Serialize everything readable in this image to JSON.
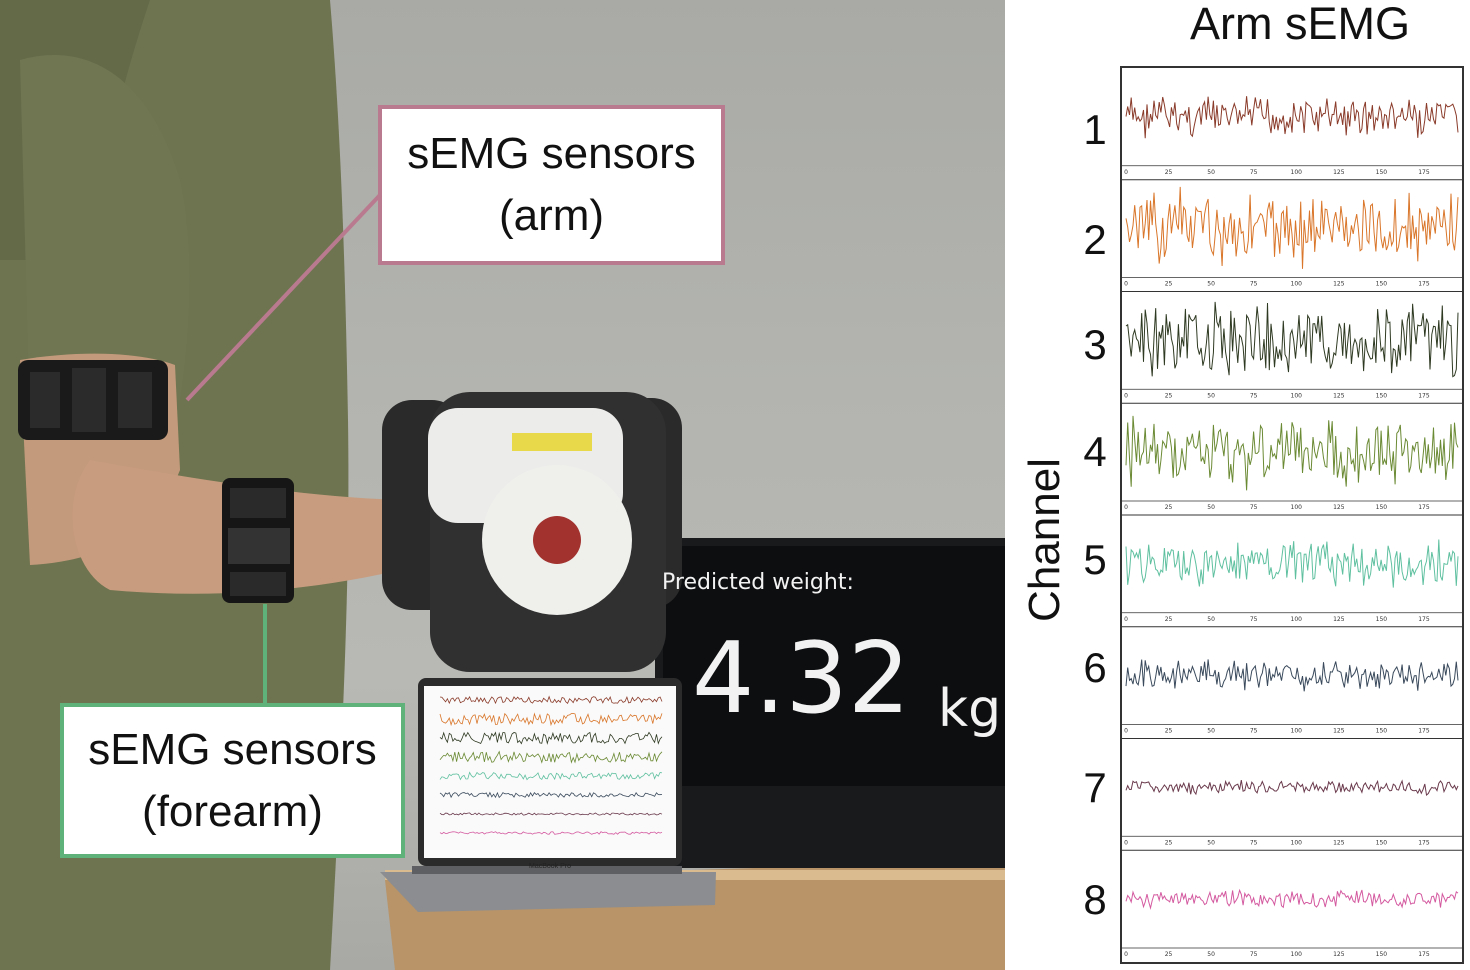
{
  "callouts": {
    "arm": {
      "line1": "sEMG sensors",
      "line2": "(arm)"
    },
    "forearm": {
      "line1": "sEMG sensors",
      "line2": "(forearm)"
    }
  },
  "monitor": {
    "label": "Predicted weight:",
    "value": "4.32",
    "unit": "kg"
  },
  "laptop": {
    "brand": "MacBook Pro"
  },
  "panel": {
    "title": "Arm sEMG",
    "axis_label": "Channel",
    "channels": [
      "1",
      "2",
      "3",
      "4",
      "5",
      "6",
      "7",
      "8"
    ],
    "tick_labels": [
      "0",
      "25",
      "50",
      "75",
      "100",
      "125",
      "150",
      "175"
    ],
    "colors": [
      "#8a3b2a",
      "#d9762a",
      "#2f3a22",
      "#6b8a34",
      "#5fc0a0",
      "#3a4a5c",
      "#6a3a4c",
      "#d45aa0"
    ],
    "amplitudes": [
      0.55,
      0.95,
      0.95,
      0.9,
      0.6,
      0.4,
      0.18,
      0.22
    ]
  },
  "colors": {
    "arm_callout_border": "#b97a8f",
    "forearm_callout_border": "#5fb37a"
  }
}
